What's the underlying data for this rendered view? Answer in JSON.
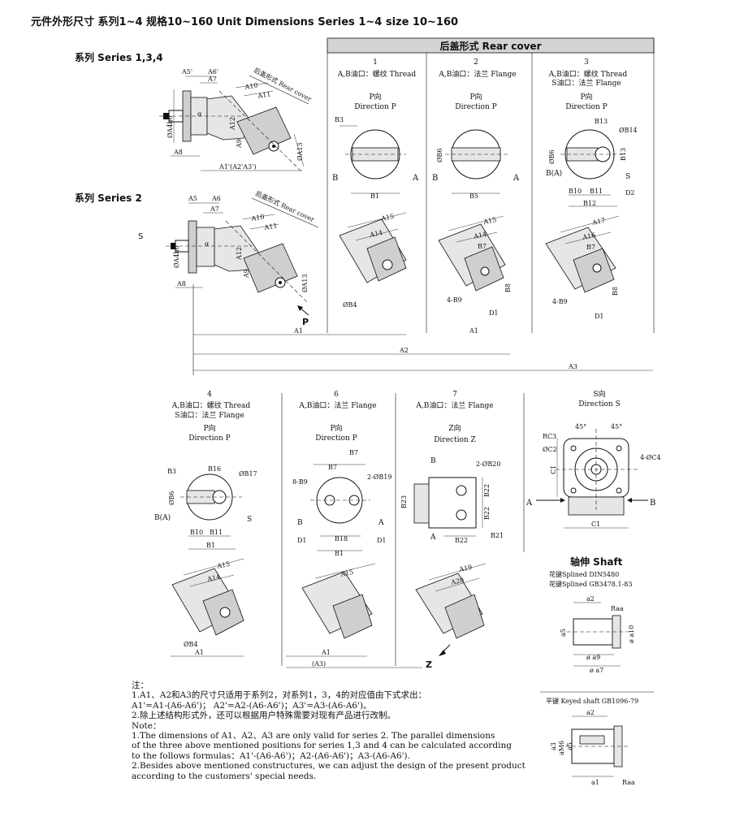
{
  "page": {
    "title": "元件外形尺寸 系列1~4 规格10~160  Unit Dimensions Series 1~4 size 10~160"
  },
  "series_labels": {
    "series134": "系列 Series 1,3,4",
    "series2": "系列 Series 2"
  },
  "rear_cover_header": "后盖形式 Rear cover",
  "rear_cover_tag": "后盖形式 Rear cover",
  "columns": [
    {
      "num": "1",
      "line1": "A,B油口：螺纹  Thread",
      "line2": "",
      "dir_cn": "P向",
      "dir_en": "Direction P"
    },
    {
      "num": "2",
      "line1": "A,B油口：法兰  Flange",
      "line2": "",
      "dir_cn": "P向",
      "dir_en": "Direction P"
    },
    {
      "num": "3",
      "line1": "A,B油口：螺纹  Thread",
      "line2": "S油口：法兰  Flange",
      "dir_cn": "P向",
      "dir_en": "Direction P"
    },
    {
      "num": "4",
      "line1": "A,B油口：螺纹  Thread",
      "line2": "S油口：法兰  Flange",
      "dir_cn": "P向",
      "dir_en": "Direction P"
    },
    {
      "num": "6",
      "line1": "A,B油口：法兰  Flange",
      "line2": "",
      "dir_cn": "P向",
      "dir_en": "Direction P"
    },
    {
      "num": "7",
      "line1": "A,B油口：法兰  Flange",
      "line2": "",
      "dir_cn": "Z向",
      "dir_en": "Direction Z"
    }
  ],
  "direction_s": {
    "cn": "S向",
    "en": "Direction S"
  },
  "shaft": {
    "title": "轴伸  Shaft",
    "splined1": "花键Splined DIN5480",
    "splined2": "花键Splined GB3478.1-83",
    "keyed": "平键 Keyed shaft GB1096-79"
  },
  "dims": {
    "A1": "A1",
    "A2": "A2",
    "A3": "A3",
    "A3p": "(A3)",
    "A1pp": "A1'(A2'A3')",
    "A4": "A4",
    "A5": "A5",
    "A5p": "A5'",
    "A6": "A6",
    "A6p": "A6'",
    "A7": "A7",
    "A8": "A8",
    "A9": "A9",
    "A10": "A10",
    "A11": "A11",
    "A12": "A12",
    "A13": "ØA13",
    "A14": "A14",
    "A15": "A15",
    "A16": "A16",
    "A17": "A17",
    "A19": "A19",
    "A20": "A20",
    "A4h6": "ØA4h6",
    "alpha": "α",
    "B1": "B1",
    "B3": "B3",
    "B4": "ØB4",
    "B5": "B5",
    "B6": "ØB6",
    "B7": "B7",
    "B8": "B8",
    "B9": "4-B9",
    "B89": "8-B9",
    "B10": "B10",
    "B11": "B11",
    "B12": "B12",
    "B13": "B13",
    "B14": "ØB14",
    "B16": "B16",
    "B17": "ØB17",
    "B18": "B18",
    "B19": "2-ØB19",
    "B20": "2-ØB20",
    "B21": "B21",
    "B22": "B22",
    "B23": "B23",
    "C1": "C1",
    "C2": "ØC2",
    "C3": "RC3",
    "C4": "4-ØC4",
    "deg45": "45°",
    "a1": "a1",
    "a2": "a2",
    "a3": "a3",
    "a5": "a5",
    "a7": "ø a7",
    "a9": "ø a9",
    "a10": "ø a10",
    "aM6": "aM6",
    "Ra": "Raa",
    "A": "A",
    "B": "B",
    "BA": "B(A)",
    "S": "S",
    "P": "P",
    "Z": "Z",
    "D1": "D1",
    "D2": "D2"
  },
  "notes": {
    "cn_head": "注：",
    "cn1": "1.A1、A2和A3的尺寸只适用于系列2，对系列1，3，4的对应值由下式求出：",
    "cn1b": "A1'=A1-(A6-A6')； A2'=A2-(A6-A6')；A3'=A3-(A6-A6')。",
    "cn2": "2.除上述结构形式外，还可以根据用户特殊需要对现有产品进行改制。",
    "en_head": "Note：",
    "en1": "1.The dimensions of A1、A2、A3 are only valid for series 2. The parallel dimensions",
    "en1b": "of the three above mentioned positions for series 1,3 and 4 can be calculated according",
    "en1c": "to the follows formulas：A1'-(A6-A6')；A2-(A6-A6')；A3-(A6-A6').",
    "en2": "2.Besides above mentioned constructures, we can adjust the design of the present product",
    "en2b": "according to the customers' special needs."
  }
}
